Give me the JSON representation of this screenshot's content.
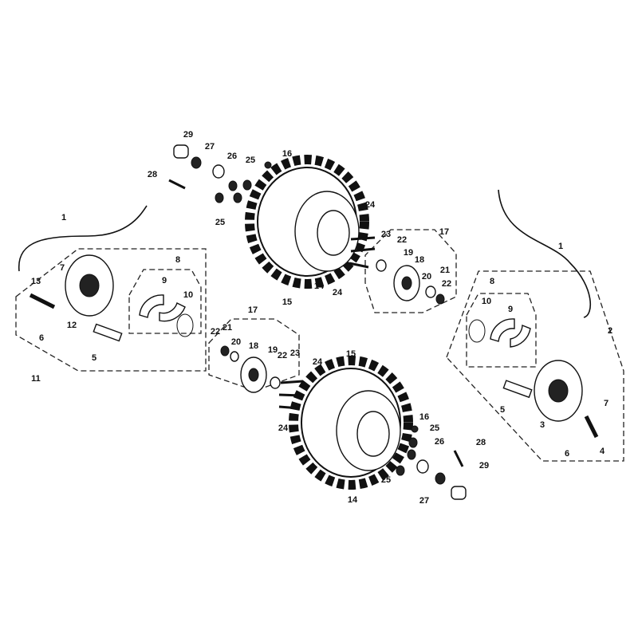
{
  "diagram": {
    "type": "exploded-parts-diagram",
    "subject": "wheels-and-brake-assemblies"
  },
  "callouts": [
    "29",
    "27",
    "26",
    "25",
    "16",
    "28",
    "25",
    "24",
    "23",
    "22",
    "17",
    "19",
    "18",
    "21",
    "20",
    "22",
    "14",
    "15",
    "24",
    "1",
    "7",
    "8",
    "9",
    "10",
    "13",
    "12",
    "6",
    "5",
    "11",
    "1",
    "8",
    "10",
    "9",
    "2",
    "17",
    "22",
    "21",
    "20",
    "18",
    "19",
    "22",
    "23",
    "24",
    "15",
    "24",
    "5",
    "3",
    "7",
    "6",
    "4",
    "16",
    "25",
    "26",
    "28",
    "25",
    "29",
    "14",
    "27"
  ]
}
